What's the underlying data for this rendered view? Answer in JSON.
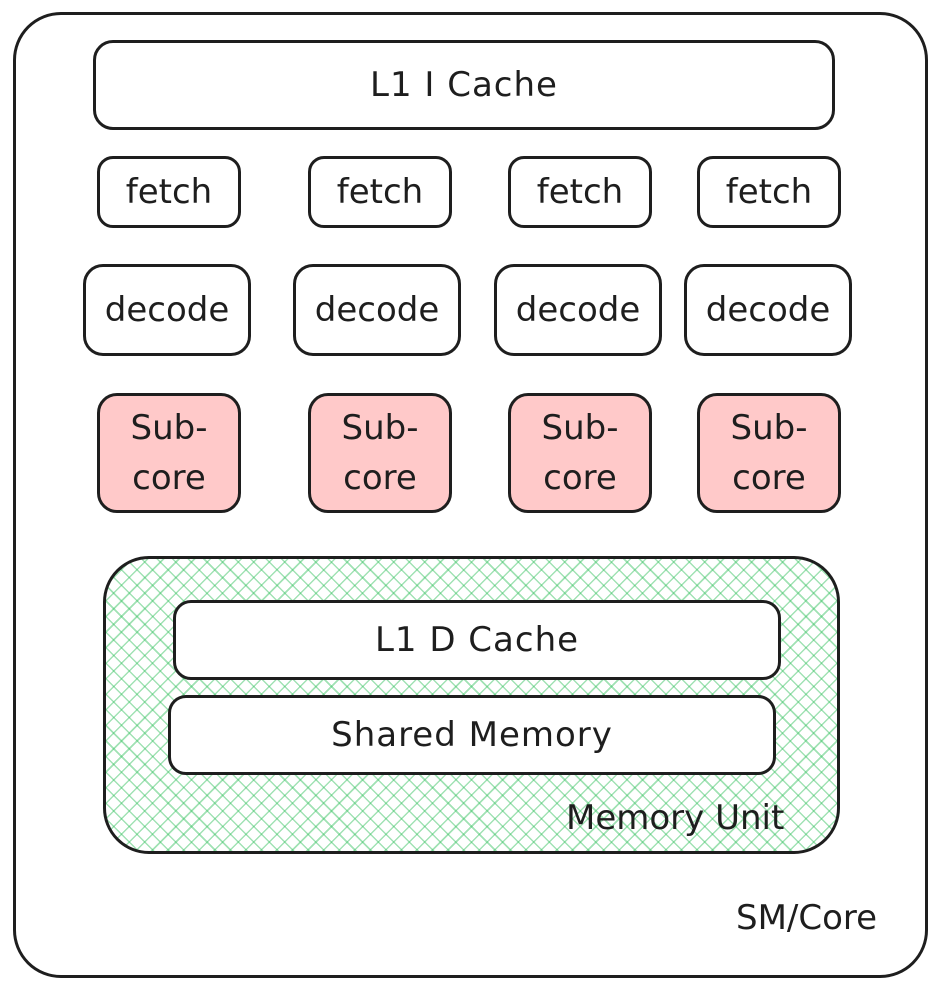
{
  "outer": {
    "label": "SM/Core"
  },
  "l1_icache": {
    "label": "L1 I Cache"
  },
  "fetch_units": [
    "fetch",
    "fetch",
    "fetch",
    "fetch"
  ],
  "decode_units": [
    "decode",
    "decode",
    "decode",
    "decode"
  ],
  "subcores": [
    {
      "line1": "Sub-",
      "line2": "core"
    },
    {
      "line1": "Sub-",
      "line2": "core"
    },
    {
      "line1": "Sub-",
      "line2": "core"
    },
    {
      "line1": "Sub-",
      "line2": "core"
    }
  ],
  "memory_unit": {
    "label": "Memory Unit",
    "l1_dcache": "L1 D Cache",
    "shared_memory": "Shared Memory"
  },
  "colors": {
    "stroke": "#1e1e1e",
    "subcore_fill": "#ffc9c9",
    "memory_hatch": "#2fbe5a"
  }
}
